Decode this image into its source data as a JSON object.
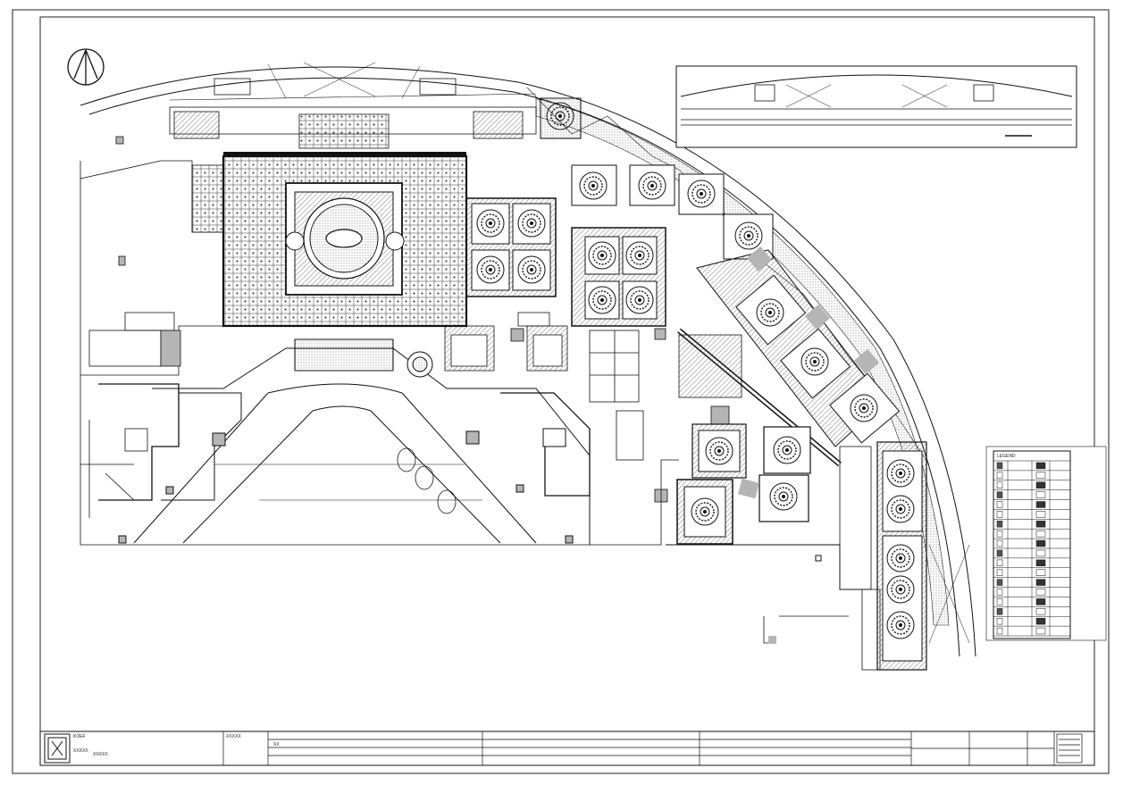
{
  "drawing": {
    "north_arrow": "north-arrow-icon",
    "title_block": {
      "logo": "firm-logo",
      "cells": [
        {
          "text": "KOEF"
        },
        {
          "text": "XXXXX"
        },
        {
          "text": "XXXXX"
        },
        {
          "text": "XXXXX"
        },
        {
          "text": "XX"
        }
      ]
    },
    "legend": {
      "title": "LEGEND",
      "rows": 18
    },
    "colors": {
      "line": "#1a1a1a",
      "fill_gray": "#b5b5b5",
      "hatch": "#555555",
      "background": "#ffffff"
    }
  }
}
